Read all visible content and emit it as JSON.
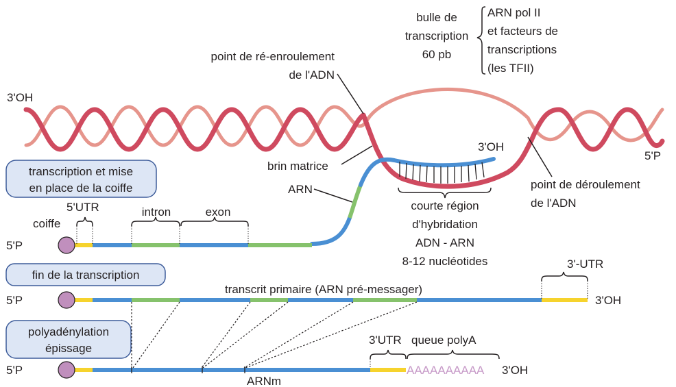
{
  "colors": {
    "dna_dark": "#cf4a5f",
    "dna_light": "#e6958c",
    "rna_blue": "#4a8fd3",
    "rna_green": "#86c26c",
    "utr_yellow": "#f6d32d",
    "cap": "#c08fbd",
    "box_fill": "#dde6f5",
    "box_stroke": "#3d5c9a",
    "polyA": "#c79ac8"
  },
  "dna": {
    "end_3oh": "3'OH",
    "end_5p": "5'P",
    "bubble": [
      "bulle de",
      "transcription",
      "60 pb"
    ],
    "polymerase": [
      "ARN pol II",
      "et facteurs de",
      "transcriptions",
      "(les TFII)"
    ],
    "rewind": [
      "point de ré-enroulement",
      "de l'ADN"
    ],
    "unwind": [
      "point de déroulement",
      "de l'ADN"
    ],
    "template_strand": "brin matrice",
    "rna": "ARN",
    "rna_3oh": "3'OH",
    "hybrid": [
      "courte région",
      "d'hybridation",
      "ADN - ARN",
      "8-12 nucléotides"
    ]
  },
  "steps": {
    "step1": [
      "transcription et mise",
      "en place de la coiffe"
    ],
    "step2": [
      "fin de la transcription"
    ],
    "step3": [
      "polyadénylation",
      "épissage"
    ]
  },
  "row1": {
    "utr5": "5'UTR",
    "cap": "coiffe",
    "intron": "intron",
    "exon": "exon",
    "end_5p": "5'P"
  },
  "row2": {
    "title": "transcrit primaire (ARN pré-messager)",
    "utr3": "3'-UTR",
    "end_5p": "5'P",
    "end_3oh": "3'OH"
  },
  "row3": {
    "utr3": "3'UTR",
    "polyA_label": "queue polyA",
    "polyA_seq": "AAAAAAAAAA",
    "end_5p": "5'P",
    "end_3oh": "3'OH",
    "mrna": "ARNm"
  }
}
